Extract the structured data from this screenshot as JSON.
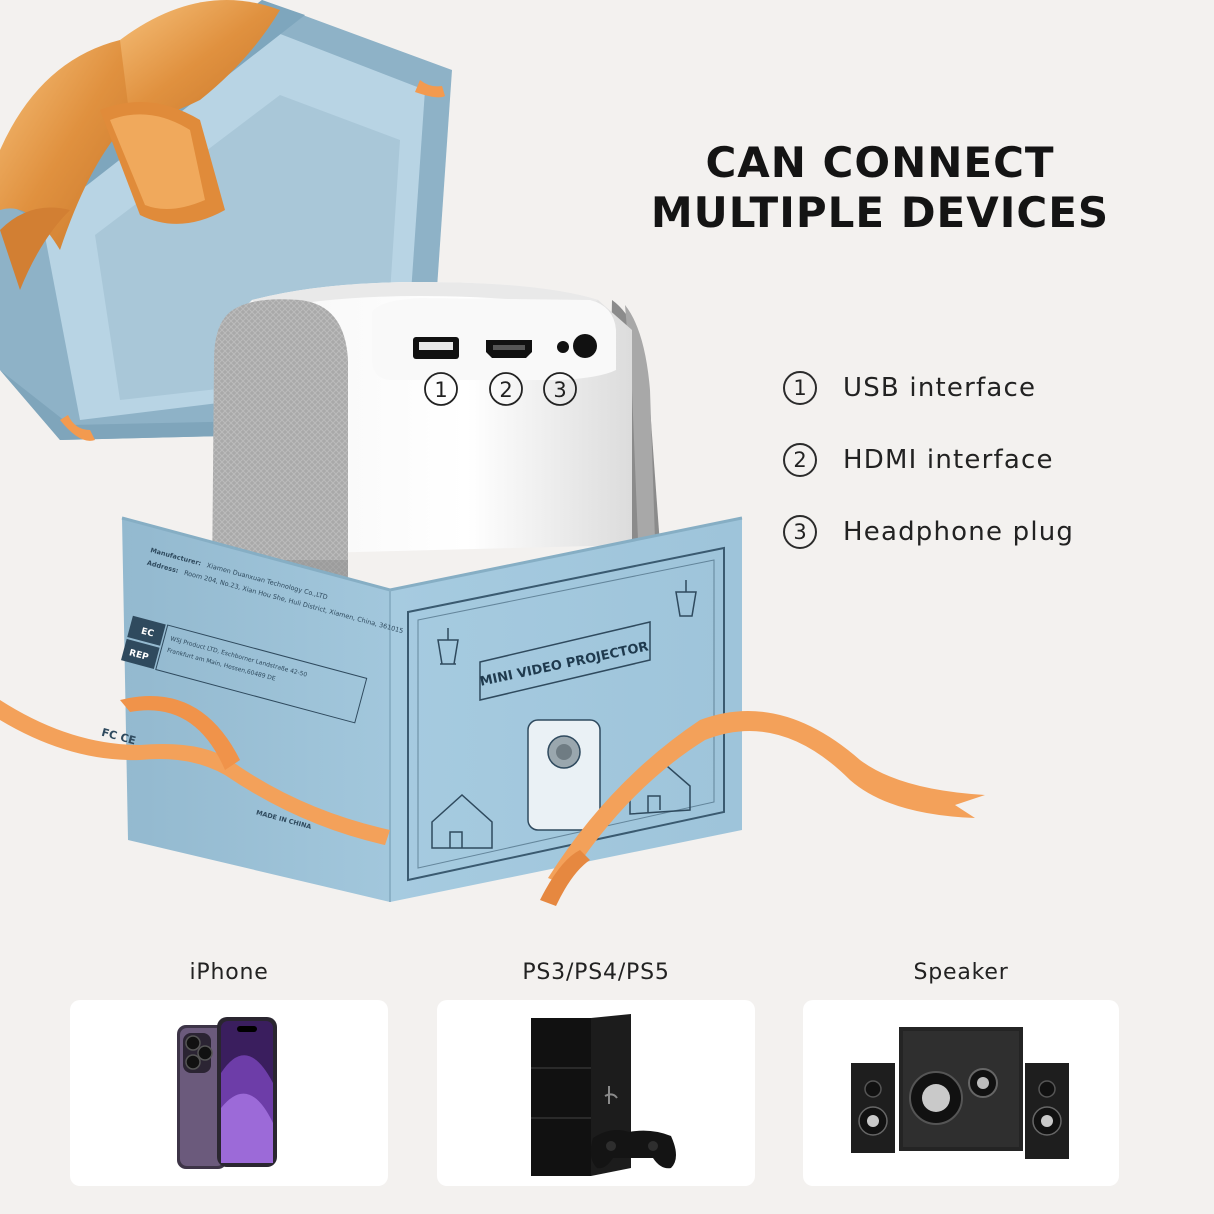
{
  "headline": {
    "line1": "CAN CONNECT",
    "line2": "MULTIPLE DEVICES"
  },
  "features": [
    {
      "num": "1",
      "label": "USB interface"
    },
    {
      "num": "2",
      "label": "HDMI interface"
    },
    {
      "num": "3",
      "label": "Headphone plug"
    }
  ],
  "product_box": {
    "title": "MINI VIDEO PROJECTOR",
    "manufacturer_label": "Manufacturer:",
    "manufacturer_value": "Xiamen Duanxuan Technology Co.,LTD",
    "address_label": "Address:",
    "address_value": "Room 204, No.23, Xian Hou She, Huli District, Xiamen, China, 361015",
    "ec": "EC",
    "rep": "REP",
    "rep_line1": "WSJ Product LTD, Eschborner Landstraße 42-50",
    "rep_line2": "Frankfurt am Main, Hessen,60489 DE",
    "marks": "FC  CE",
    "made_in": "MADE IN CHINA"
  },
  "port_numbers": [
    "1",
    "2",
    "3"
  ],
  "devices": [
    {
      "label": "iPhone",
      "icon": "iphone-icon"
    },
    {
      "label": "PS3/PS4/PS5",
      "icon": "game-console-icon"
    },
    {
      "label": "Speaker",
      "icon": "speaker-icon"
    }
  ],
  "colors": {
    "background": "#f3f1ef",
    "box_blue": "#a9cde0",
    "ribbon_orange": "#f4a25a",
    "bow_gold": "#e69a45",
    "ink": "#141414"
  }
}
